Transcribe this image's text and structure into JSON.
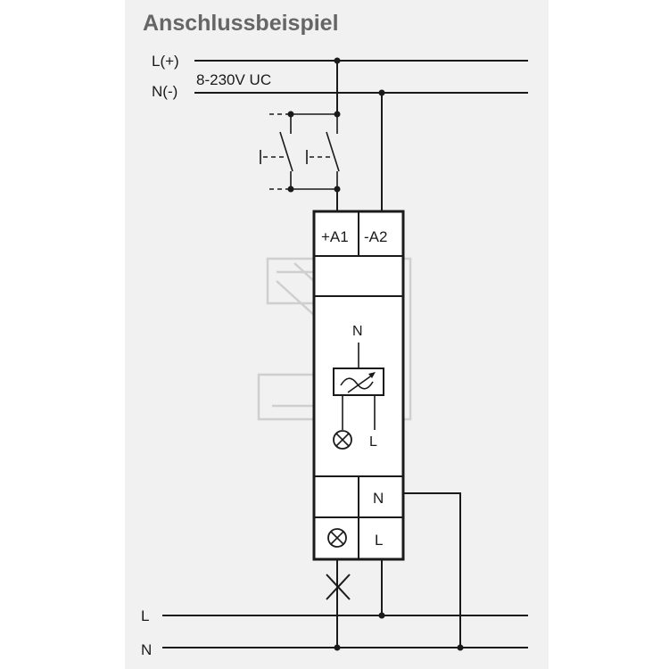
{
  "title": "Anschlussbeispiel",
  "supply": {
    "line_pos_label": "L(+)",
    "line_neg_label": "N(-)",
    "voltage_label": "8-230V UC"
  },
  "device": {
    "terminal_a1": "+A1",
    "terminal_a2": "-A2",
    "inner_n_label": "N",
    "inner_l_label": "L",
    "bottom_n_label": "N",
    "bottom_l_label": "L"
  },
  "mains": {
    "line_l_label": "L",
    "line_n_label": "N"
  },
  "colors": {
    "panel_bg": "#f1f1f1",
    "line": "#1a1a1a",
    "title": "#666666",
    "watermark": "#cfcfcf"
  },
  "icons": [
    "lamp-icon",
    "dimmer-symbol-icon",
    "pushbutton-icon",
    "logo-watermark"
  ]
}
